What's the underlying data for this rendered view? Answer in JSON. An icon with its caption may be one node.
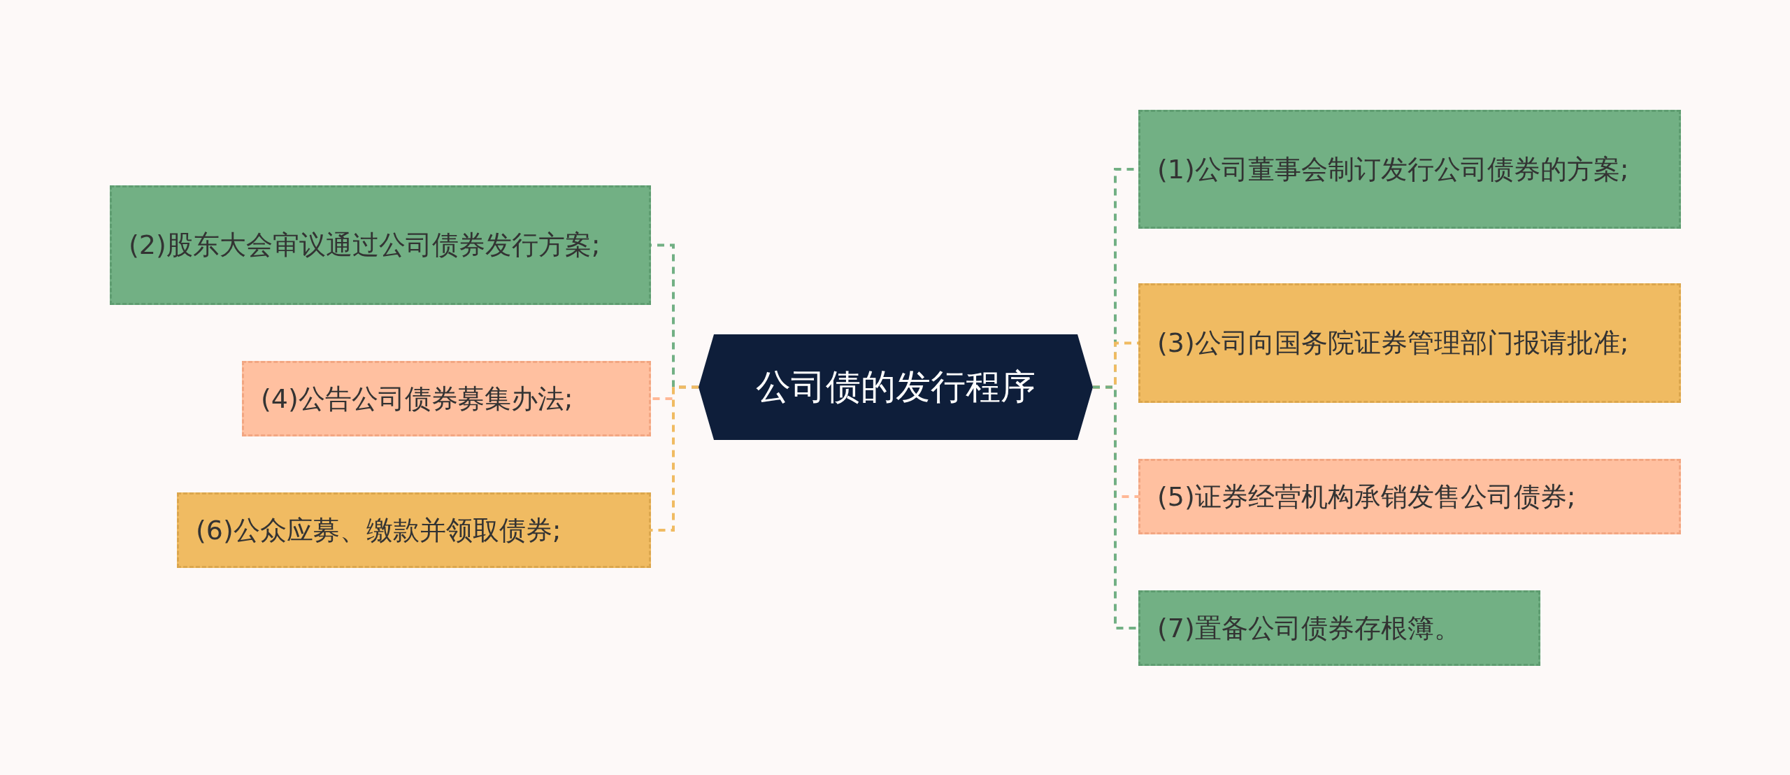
{
  "diagram": {
    "nodes": [
      {
        "text": [
          "公司债的发行程序"
        ]
      },
      {
        "text": [
          "(1)公司董事会制订发行公司债券的方案;"
        ]
      },
      {
        "text": [
          "(2)股东大会审议通过公司债券发行方案;"
        ]
      },
      {
        "text": [
          "(3)公司向国务院证券管理部门报请批准;"
        ]
      },
      {
        "text": [
          "(4)公告公司债券募集办法;"
        ]
      },
      {
        "text": [
          "(5)证券经营机构承销发售公司债券;"
        ]
      },
      {
        "text": [
          "(6)公众应募、缴款并领取债券;"
        ]
      },
      {
        "text": [
          "(7)置备公司债券存根簿。"
        ]
      }
    ],
    "edges": [
      {
        "from": 0,
        "to": 1,
        "arrow": "none",
        "style": "dashed"
      },
      {
        "from": 0,
        "to": 2,
        "arrow": "none",
        "style": "dashed"
      },
      {
        "from": 0,
        "to": 3,
        "arrow": "none",
        "style": "dashed",
        "color": "#f0bb62"
      },
      {
        "from": 0,
        "to": 4,
        "arrow": "none",
        "style": "dashed",
        "color": "#ffb896"
      },
      {
        "from": 0,
        "to": 5,
        "arrow": "none",
        "style": "dashed",
        "color": "#ffb896"
      },
      {
        "from": 0,
        "to": 6,
        "arrow": "none",
        "style": "dashed",
        "color": "#f0bb62"
      },
      {
        "from": 0,
        "to": 7,
        "arrow": "none",
        "style": "dashed"
      }
    ]
  }
}
